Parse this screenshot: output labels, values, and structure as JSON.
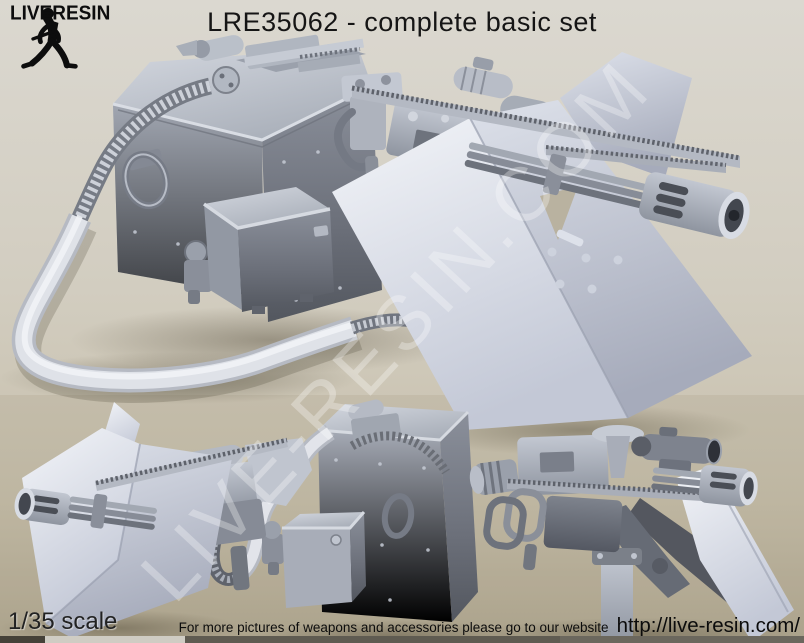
{
  "header": {
    "title": "LRE35062 - complete basic set"
  },
  "logo": {
    "brand": "LiveResin"
  },
  "watermark": {
    "text": "LIVE-RESIN.COM"
  },
  "footer": {
    "scale_label": "1/35 scale",
    "note": "For more pictures of weapons and accessories please go to our website",
    "url": "http://live-resin.com/"
  },
  "colors": {
    "background_beige": "#d3cec1",
    "resin_gray": "#9aa0ab",
    "shield_light": "#eef0f5",
    "title_text": "#151515",
    "watermark_white": "rgba(255,255,255,0.32)"
  }
}
